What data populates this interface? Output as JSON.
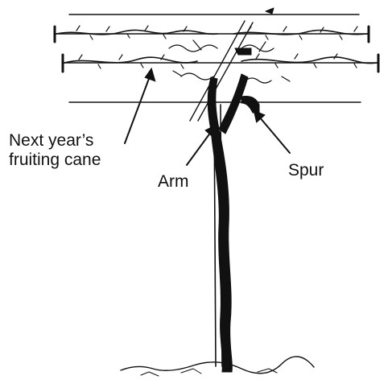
{
  "diagram": {
    "labels": {
      "next_year_line1": "Next year’s",
      "next_year_line2": "fruiting cane",
      "arm": "Arm",
      "spur": "Spur"
    },
    "colors": {
      "ink": "#111111",
      "background": "#ffffff"
    }
  }
}
